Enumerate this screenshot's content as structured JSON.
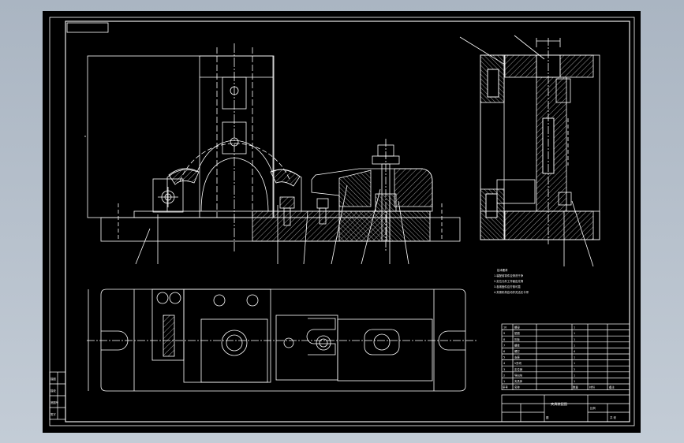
{
  "drawing": {
    "background_color": "#000000",
    "viewport_color": "#b5bfca",
    "line_color": "#ffffff",
    "hatch_color": "#ffffff",
    "title_block": {
      "drawing_name": "夹具装配图",
      "sheet_note": "图",
      "scale_label": "比例",
      "sheet_label": "共 张"
    },
    "tech_requirements": [
      "技术要求",
      "1.装配前零件应清洗干净",
      "2.定位元件工作面应光滑",
      "3.各紧固件应拧紧可靠",
      "4.夹紧机构应动作灵活无卡滞"
    ],
    "bom_rows": [
      {
        "no": "10",
        "name": "螺母",
        "qty": "1"
      },
      {
        "no": "9",
        "name": "垫圈",
        "qty": "1"
      },
      {
        "no": "8",
        "name": "压板",
        "qty": "1"
      },
      {
        "no": "7",
        "name": "螺栓",
        "qty": "1"
      },
      {
        "no": "6",
        "name": "螺钉",
        "qty": "4"
      },
      {
        "no": "5",
        "name": "支座",
        "qty": "1"
      },
      {
        "no": "4",
        "name": "V形块",
        "qty": "1"
      },
      {
        "no": "3",
        "name": "定位销",
        "qty": "2"
      },
      {
        "no": "2",
        "name": "导向块",
        "qty": "1"
      },
      {
        "no": "1",
        "name": "夹具体",
        "qty": "1"
      }
    ],
    "bom_header": {
      "no": "序号",
      "name": "名称",
      "qty": "数量",
      "material": "材料",
      "note": "备注"
    },
    "left_strip_labels": [
      "描图",
      "描校",
      "底图号",
      "签字"
    ]
  }
}
